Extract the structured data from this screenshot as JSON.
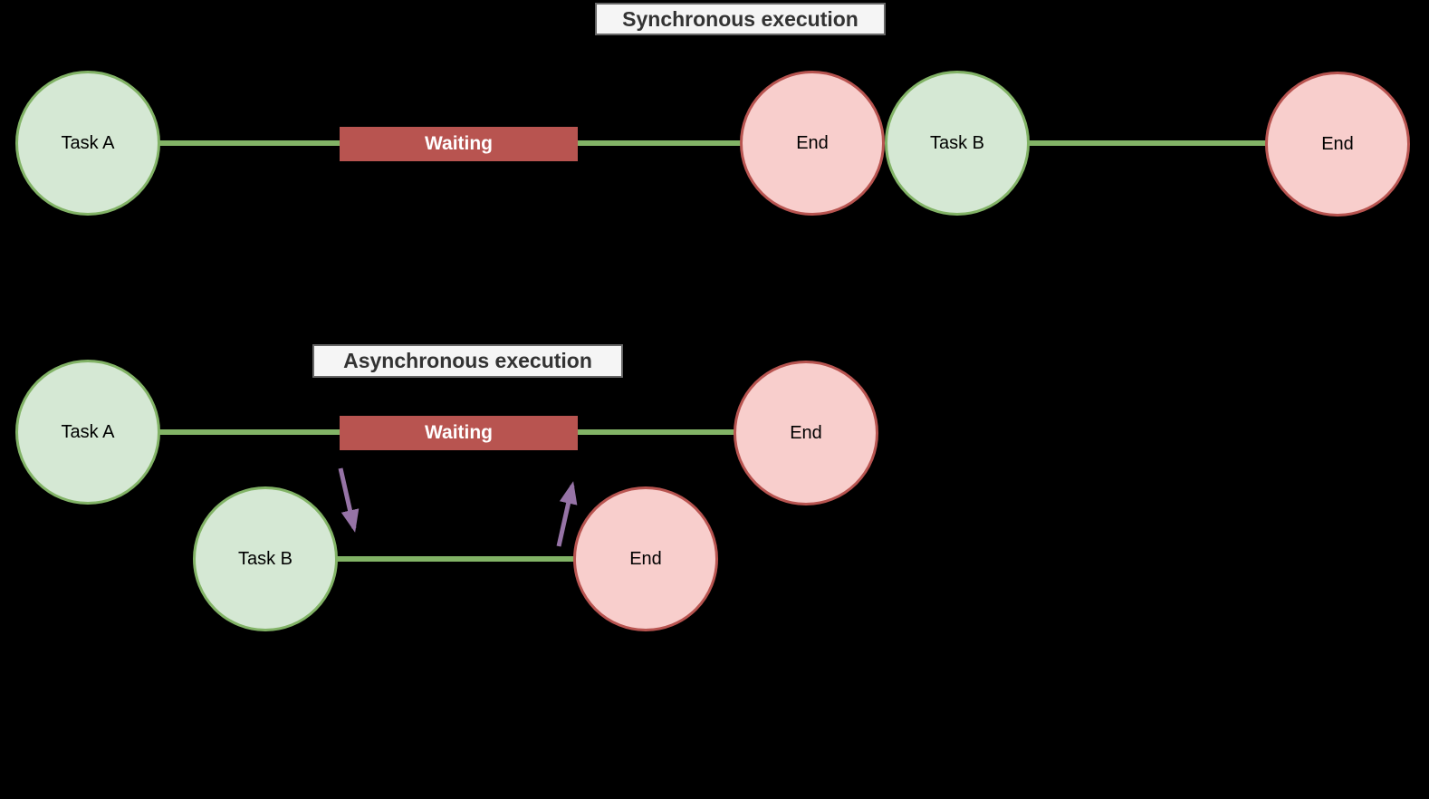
{
  "colors": {
    "bg": "#000000",
    "node_green_fill": "#d5e8d4",
    "node_green_stroke": "#82b366",
    "node_red_fill": "#f8cecc",
    "node_red_stroke": "#b85450",
    "line_green": "#82b366",
    "waiting_bg": "#b85450",
    "waiting_text": "#ffffff",
    "title_bg": "#f5f5f5",
    "title_border": "#666666",
    "title_text": "#333333",
    "node_text": "#000000",
    "arrow_purple": "#9673a6"
  },
  "sync": {
    "title": "Synchronous execution",
    "task_a_label": "Task A",
    "waiting_label": "Waiting",
    "end_a_label": "End",
    "task_b_label": "Task B",
    "end_b_label": "End"
  },
  "async": {
    "title": "Asynchronous execution",
    "task_a_label": "Task A",
    "waiting_label": "Waiting",
    "end_a_label": "End",
    "task_b_label": "Task B",
    "end_b_label": "End"
  }
}
